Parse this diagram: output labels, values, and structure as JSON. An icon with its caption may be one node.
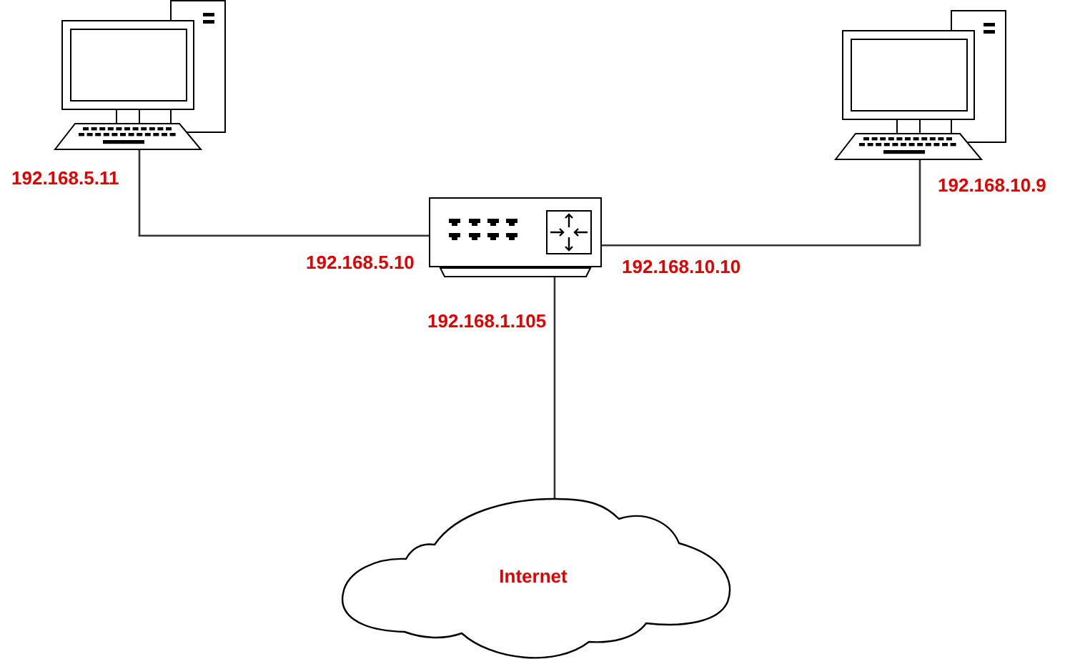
{
  "diagram": {
    "nodes": [
      {
        "text": [],
        "shape": "picture",
        "beside": [
          "192.168.5.11"
        ]
      },
      {
        "text": [],
        "shape": "picture",
        "beside": [
          "192.168.10.9"
        ]
      },
      {
        "text": [],
        "shape": "picture",
        "beside": [
          "192.168.5.10",
          "192.168.10.10",
          "192.168.1.105"
        ]
      },
      {
        "text": [
          "Internet"
        ]
      }
    ],
    "edges": [
      {
        "from": 0,
        "to": 2,
        "arrow": "none"
      },
      {
        "from": 2,
        "to": 1,
        "arrow": "none"
      },
      {
        "from": 2,
        "to": 3,
        "arrow": "none"
      }
    ]
  }
}
